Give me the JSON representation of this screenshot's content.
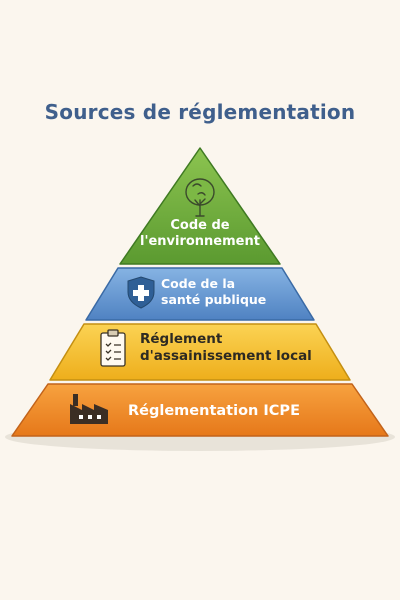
{
  "title": "Sources de réglementation",
  "levels": [
    {
      "lines": [
        "Code de",
        "l'environnement"
      ],
      "color": "#6aa53a",
      "icon": "tree-icon"
    },
    {
      "lines": [
        "Code de la",
        "santé publique"
      ],
      "color": "#5f92cf",
      "icon": "shield-cross-icon"
    },
    {
      "lines": [
        "Réglement",
        "d'assainissement local"
      ],
      "color": "#f2bd2e",
      "icon": "clipboard-icon"
    },
    {
      "lines": [
        "Réglementation ICPE"
      ],
      "color": "#ef8a21",
      "icon": "factory-icon"
    }
  ]
}
